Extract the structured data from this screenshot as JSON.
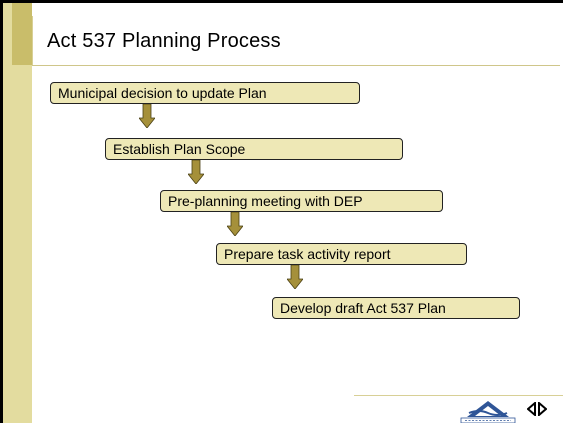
{
  "slide": {
    "title": "Act 537 Planning Process"
  },
  "diagram": {
    "steps": [
      "Municipal decision to update Plan",
      "Establish Plan Scope",
      "Pre-planning meeting with DEP",
      "Prepare task activity report",
      "Develop draft Act 537 Plan"
    ]
  },
  "colors": {
    "box_fill": "#eee8b6",
    "arrow_fill": "#a5903a",
    "side_bar": "#e3dc9f",
    "logo_blue": "#2f5597"
  },
  "icons": {
    "logo": "agency-logo-icon",
    "nav": "navigation-arrows-icon"
  }
}
